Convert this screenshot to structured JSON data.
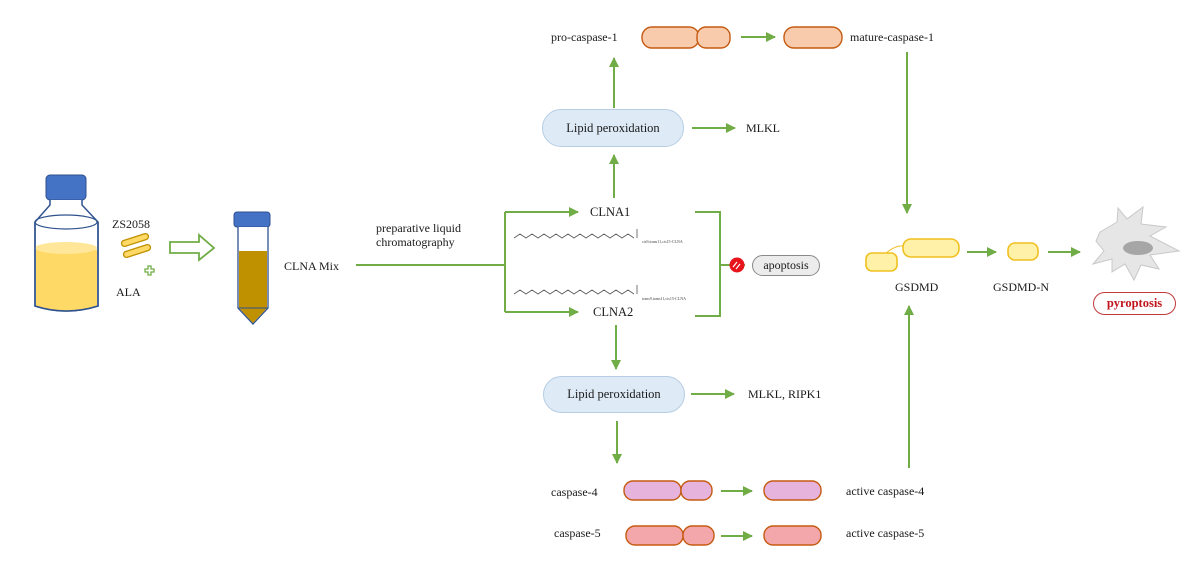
{
  "diagram": {
    "culture": {
      "strain_label": "ZS2058",
      "substrate_label": "ALA",
      "product_label": "CLNA Mix"
    },
    "separation": {
      "method_label_line1": "preparative liquid",
      "method_label_line2": "chromatography"
    },
    "isomers": [
      {
        "name": "CLNA1",
        "structure_label": "cis9,trans11,cis15-CLNA"
      },
      {
        "name": "CLNA2",
        "structure_label": "trans9,trans11,cis15-CLNA"
      }
    ],
    "inhibition": {
      "target_label": "apoptosis"
    },
    "upper_pathway": {
      "node_label": "Lipid peroxidation",
      "side_product": "MLKL",
      "precursor": "pro-caspase-1",
      "active": "mature-caspase-1"
    },
    "lower_pathway": {
      "node_label": "Lipid peroxidation",
      "side_product": "MLKL, RIPK1",
      "caspases": [
        {
          "precursor": "caspase-4",
          "active": "active caspase-4"
        },
        {
          "precursor": "caspase-5",
          "active": "active caspase-5"
        }
      ]
    },
    "gasdermin": {
      "full_label": "GSDMD",
      "cleaved_label": "GSDMD-N"
    },
    "outcome": {
      "label": "pyroptosis"
    },
    "colors": {
      "arrow_green": "#70ad47",
      "caspase1_fill": "#f8cbad",
      "caspase4_fill": "#e6b3dc",
      "caspase5_fill": "#f4a7ab",
      "caspase_stroke": "#c55a11",
      "gsdmd_fill": "#fff2a8",
      "gsdmd_stroke": "#f0c020",
      "inhibit_red": "#e8141c",
      "pyroptosis_red": "#c0161b",
      "bottle_cap": "#4472c4",
      "culture_yellow": "#ffd966",
      "tube_liquid": "#bf9000"
    }
  }
}
